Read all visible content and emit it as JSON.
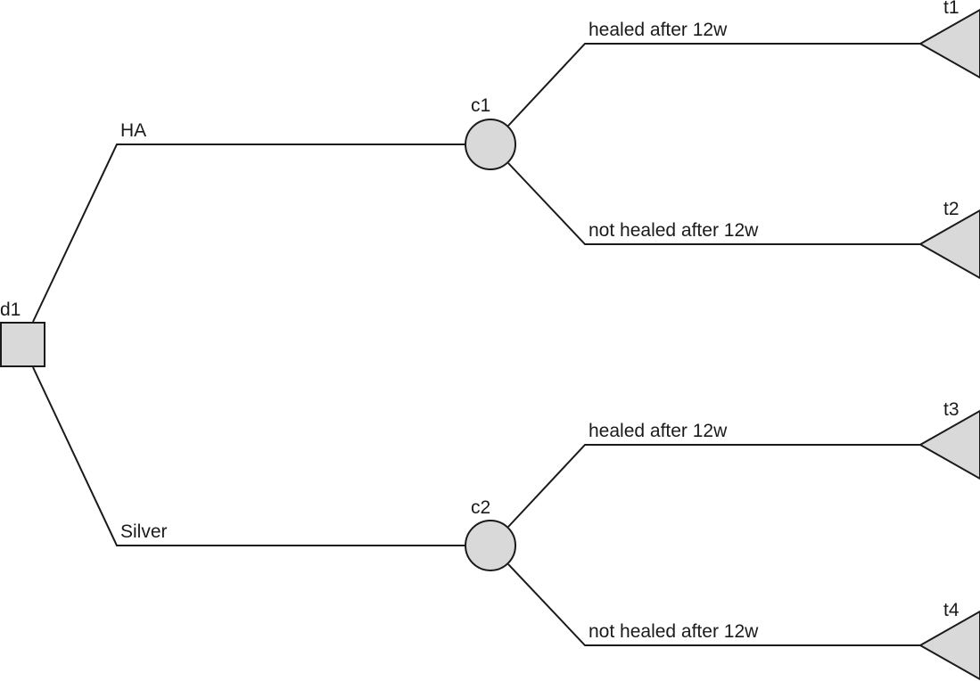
{
  "decision_tree": {
    "decision_node": {
      "id": "d1",
      "label": "d1",
      "shape": "square"
    },
    "chance_nodes": [
      {
        "id": "c1",
        "label": "c1",
        "shape": "circle"
      },
      {
        "id": "c2",
        "label": "c2",
        "shape": "circle"
      }
    ],
    "terminal_nodes": [
      {
        "id": "t1",
        "label": "t1",
        "shape": "triangle"
      },
      {
        "id": "t2",
        "label": "t2",
        "shape": "triangle"
      },
      {
        "id": "t3",
        "label": "t3",
        "shape": "triangle"
      },
      {
        "id": "t4",
        "label": "t4",
        "shape": "triangle"
      }
    ],
    "branches": [
      {
        "from": "d1",
        "to": "c1",
        "label": "HA"
      },
      {
        "from": "d1",
        "to": "c2",
        "label": "Silver"
      },
      {
        "from": "c1",
        "to": "t1",
        "label": "healed after 12w"
      },
      {
        "from": "c1",
        "to": "t2",
        "label": "not healed after 12w"
      },
      {
        "from": "c2",
        "to": "t3",
        "label": "healed after 12w"
      },
      {
        "from": "c2",
        "to": "t4",
        "label": "not healed after 12w"
      }
    ],
    "node_fill": "#d9d9da",
    "line_color": "#1a1a1a"
  }
}
